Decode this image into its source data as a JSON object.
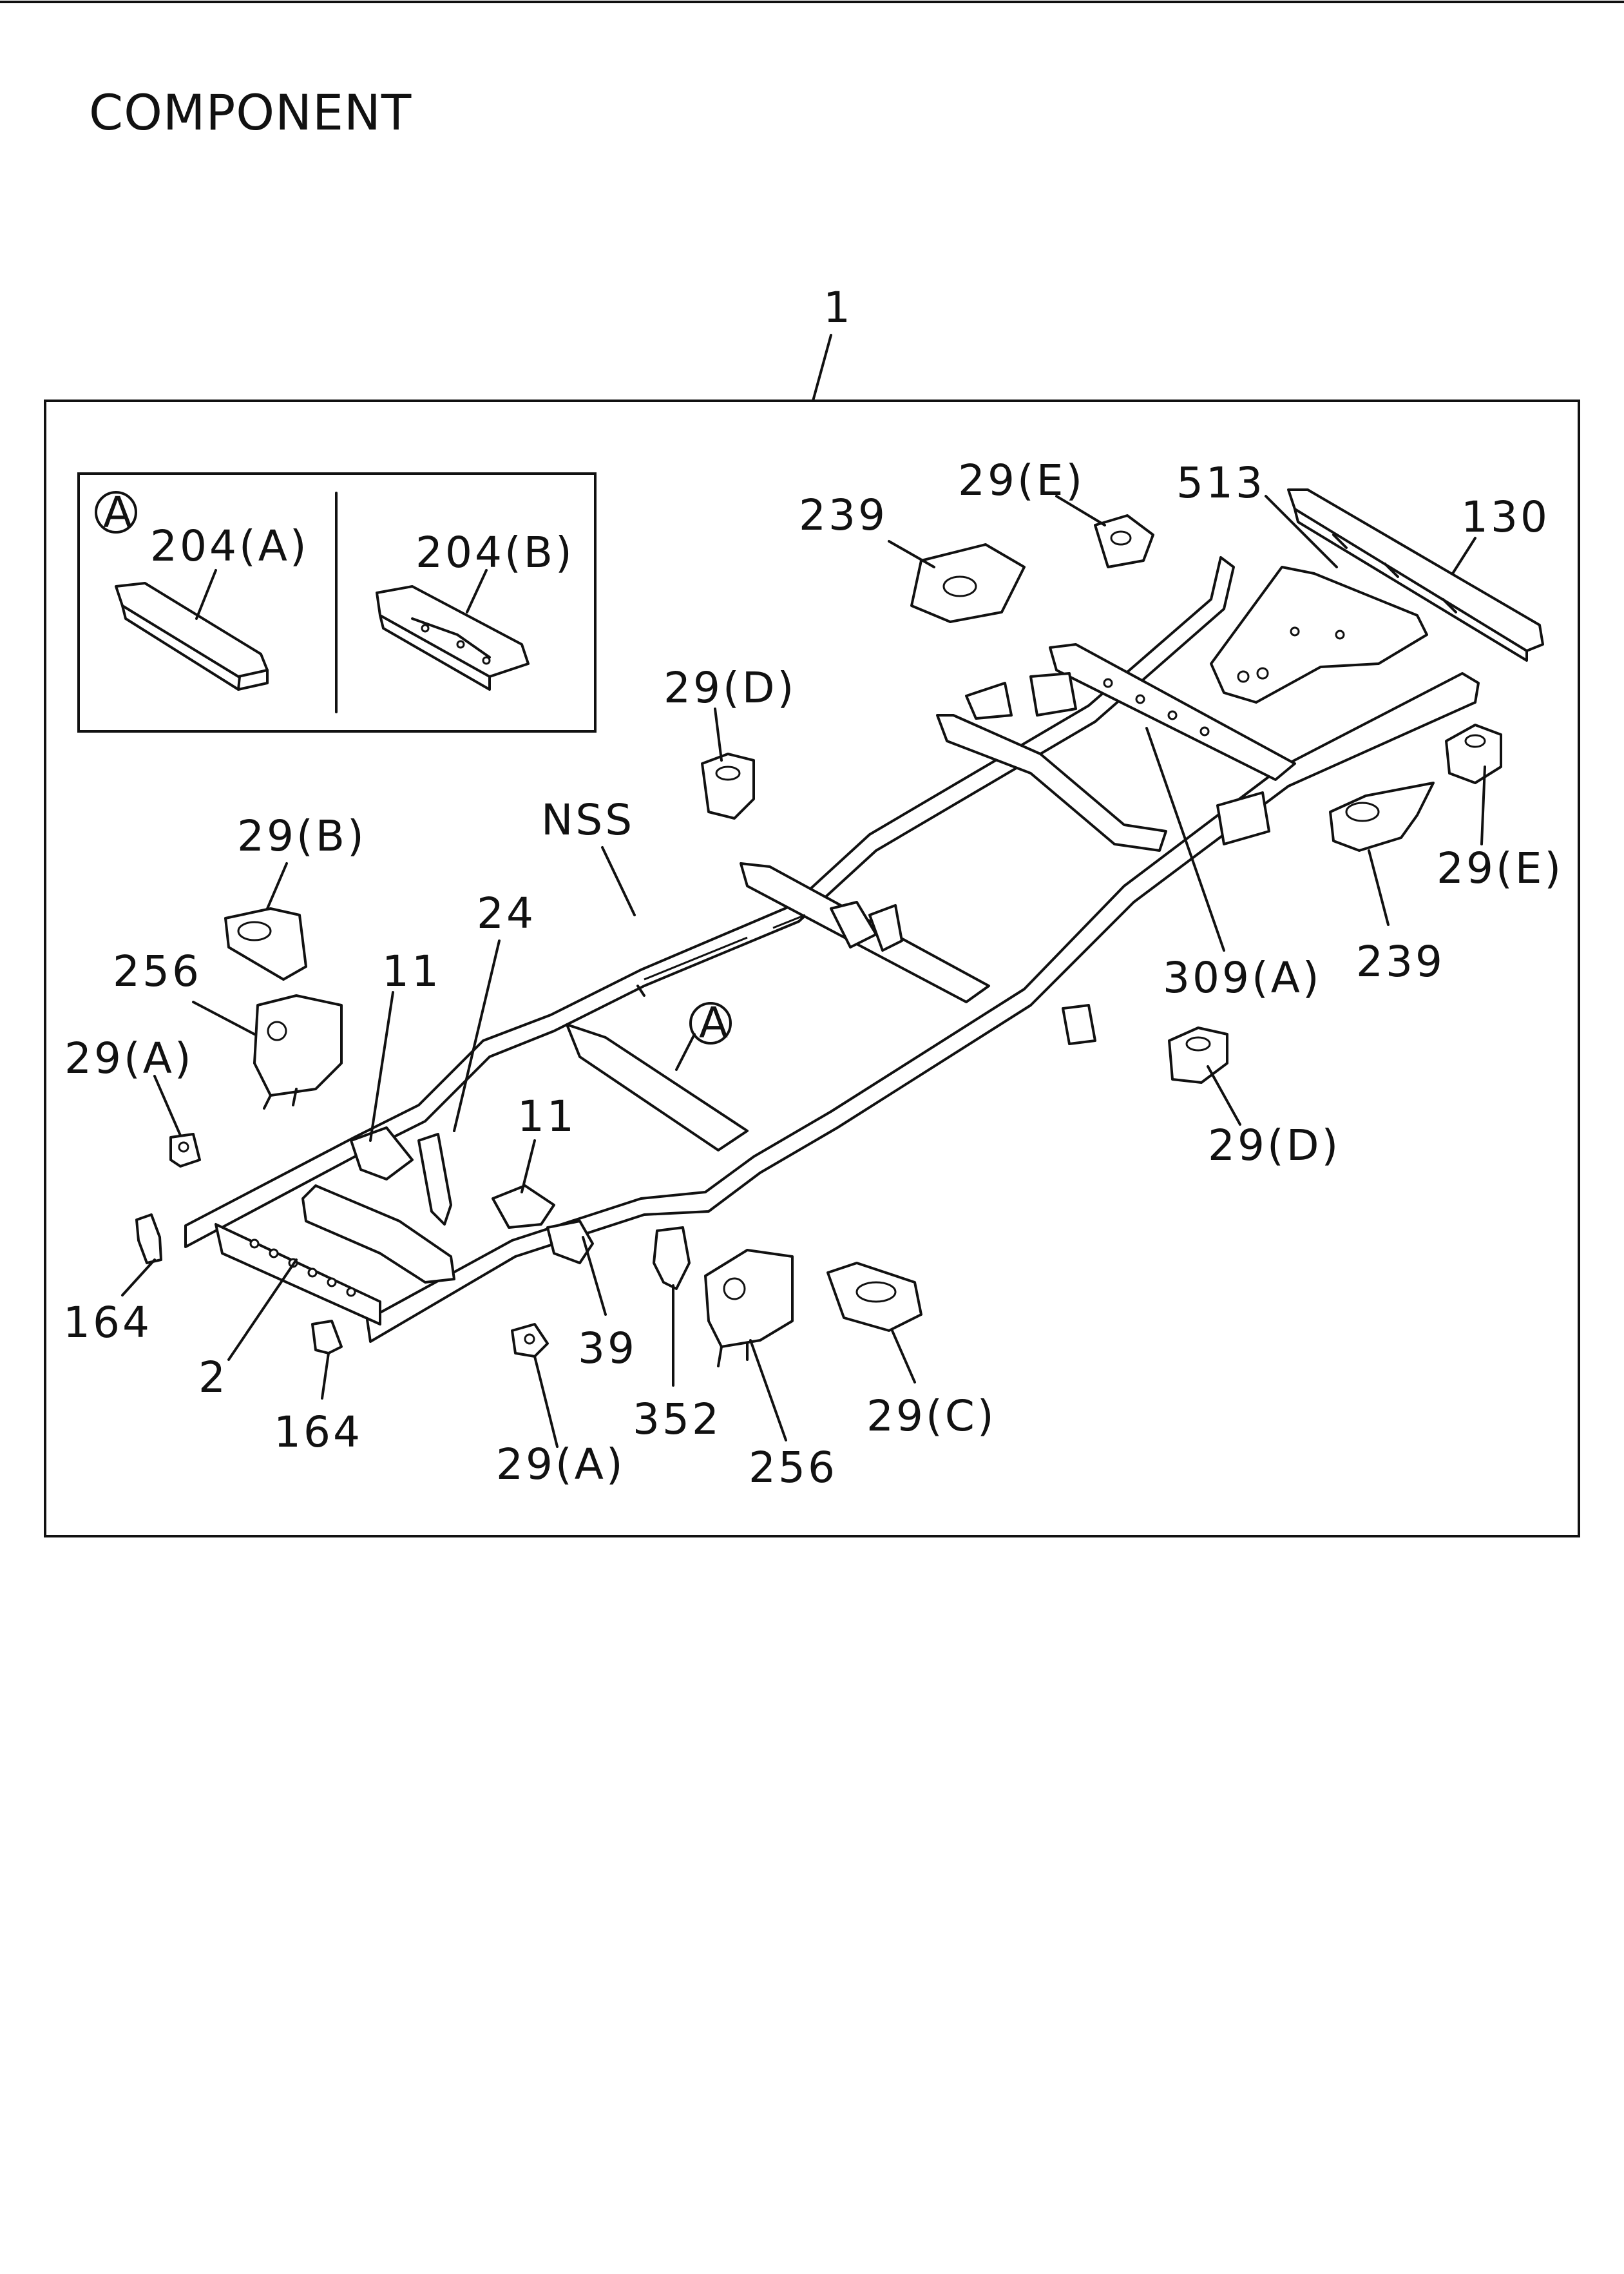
{
  "heading": "COMPONENT",
  "inset": {
    "marker": "A",
    "left_label": "204(A)",
    "right_label": "204(B)"
  },
  "callouts": {
    "assembly": "1",
    "nss": "NSS",
    "crossmember_marker": "A",
    "c239_top": "239",
    "c29e_top": "29(E)",
    "c513": "513",
    "c130": "130",
    "c29d_top": "29(D)",
    "c29b": "29(B)",
    "c256_left": "256",
    "c24": "24",
    "c11_top": "11",
    "c11_mid": "11",
    "c29a_left": "29(A)",
    "c164_left": "164",
    "c2": "2",
    "c164_bottom": "164",
    "c39": "39",
    "c29a_bottom": "29(A)",
    "c352": "352",
    "c256_bottom": "256",
    "c29c": "29(C)",
    "c29e_right": "29(E)",
    "c239_right": "239",
    "c309a": "309(A)",
    "c29d_right": "29(D)"
  }
}
